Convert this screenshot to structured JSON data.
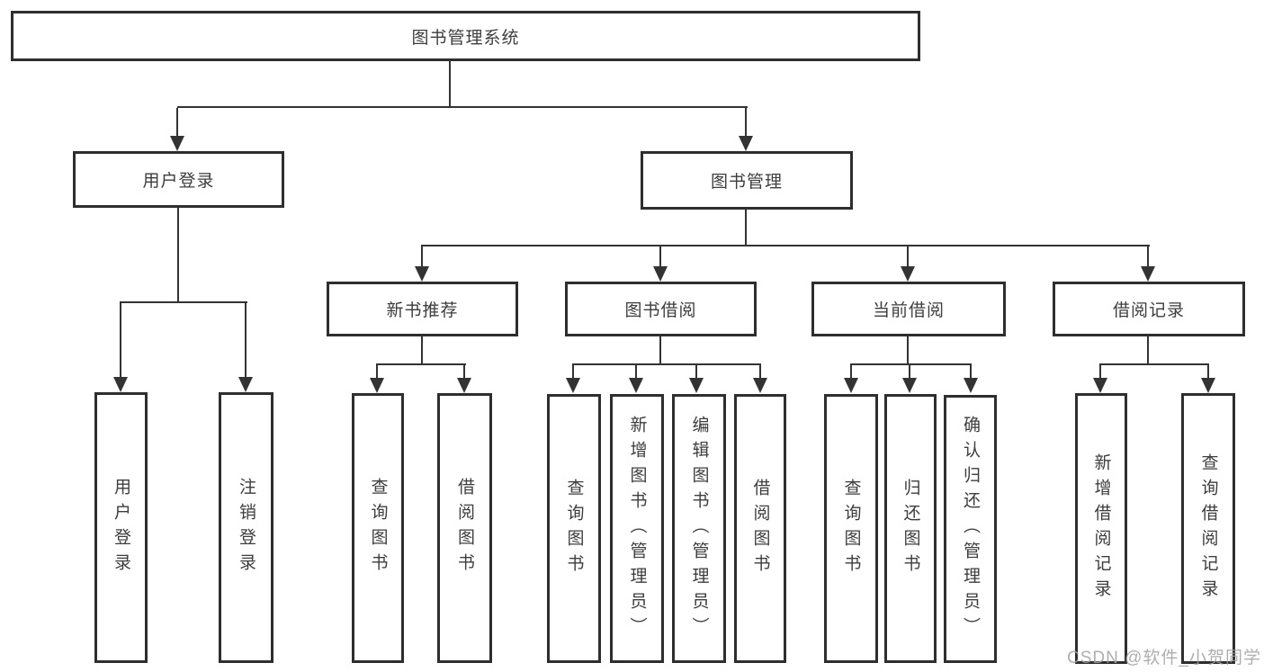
{
  "diagram": {
    "title": "图书管理系统",
    "level2": [
      {
        "label": "用户登录"
      },
      {
        "label": "图书管理"
      }
    ],
    "level3": [
      {
        "label": "新书推荐"
      },
      {
        "label": "图书借阅"
      },
      {
        "label": "当前借阅"
      },
      {
        "label": "借阅记录"
      }
    ],
    "leaves": {
      "user_login": [
        "用户登录",
        "注销登录"
      ],
      "new_book_recommend": [
        "查询图书",
        "借阅图书"
      ],
      "book_borrow": [
        "查询图书",
        "新增图书（管理员）",
        "编辑图书（管理员）",
        "借阅图书"
      ],
      "current_borrow": [
        "查询图书",
        "归还图书",
        "确认归还（管理员）"
      ],
      "borrow_records": [
        "新增借阅记录",
        "查询借阅记录"
      ]
    },
    "colors": {
      "line": "#333333",
      "box_border": "#2e2e2e",
      "text": "#3d3d3d",
      "watermark": "#a8a8a8"
    }
  },
  "watermark": "CSDN @软件_小贺同学"
}
